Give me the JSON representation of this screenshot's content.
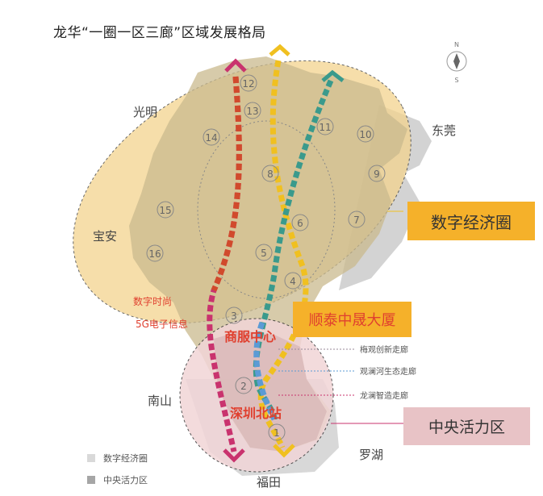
{
  "title": "龙华“一圈一区三廊”区域发展格局",
  "compass": {
    "north": "N",
    "south": "S"
  },
  "neighbors": {
    "guangming": "光明",
    "dongguan": "东莞",
    "baoan": "宝安",
    "nanshan": "南山",
    "luohu": "罗湖",
    "futian": "福田"
  },
  "zone_numbers": [
    "1",
    "2",
    "3",
    "4",
    "5",
    "6",
    "7",
    "8",
    "9",
    "10",
    "11",
    "12",
    "13",
    "14",
    "15",
    "16"
  ],
  "zone_labels": {
    "digital_fashion": "数字时尚",
    "5g_info": "5G电子信息",
    "commercial_center": "商服中心",
    "shenzhen_north": "深圳北站"
  },
  "corridor_labels": {
    "meiguan": "梅观创新走廊",
    "guanlan_river": "观澜河生态走廊",
    "longlan": "龙澜智造走廊"
  },
  "callouts": {
    "digital_economy_circle": "数字经济圈",
    "shuntai_building": "顺泰中晟大厦",
    "central_vitality_zone": "中央活力区"
  },
  "legend": [
    {
      "label": "数字经济圈",
      "color": "#d9d9d9"
    },
    {
      "label": "中央活力区",
      "color": "#a6a6a6"
    }
  ],
  "colors": {
    "circle_fill": "#f4d48e",
    "zone_fill": "#f1d5d7",
    "land": "#d2c6a4",
    "outside_land": "#c8c8c8",
    "corridor_magenta": "#c9336e",
    "corridor_red": "#d14a2c",
    "corridor_yellow": "#f0c020",
    "corridor_teal": "#3a9a8c",
    "corridor_blue": "#5b9bd5",
    "label_red": "#e0402f"
  }
}
